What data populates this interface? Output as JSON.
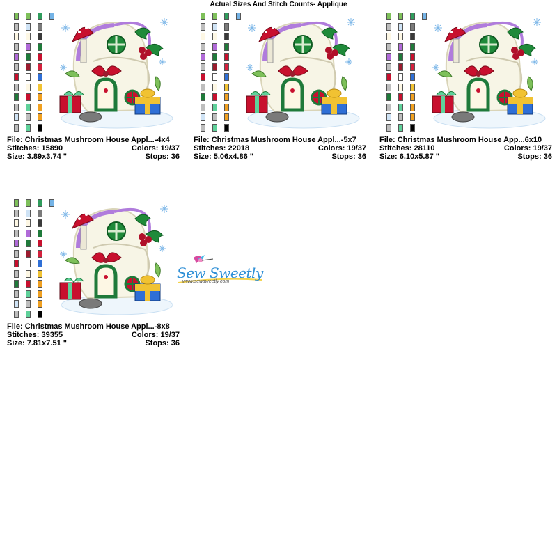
{
  "page": {
    "title": "Actual Sizes And Stitch Counts- Applique"
  },
  "palette": [
    [
      "#7ec05a",
      "#7ec05a",
      "#2f9c5c",
      "#74b3e6"
    ],
    [
      "#bdbdbd",
      "#cfe3f5",
      "#7a7a7a",
      ""
    ],
    [
      "#fdf7e4",
      "#fdf7e4",
      "#3a3a3a",
      ""
    ],
    [
      "#bdbdbd",
      "#b06ad8",
      "#1f7a3a",
      ""
    ],
    [
      "#b06ad8",
      "#1f7a3a",
      "#c8102e",
      ""
    ],
    [
      "#bdbdbd",
      "#9b1b2e",
      "#d4213d",
      ""
    ],
    [
      "#c8102e",
      "#ffffff",
      "#2f6fd6",
      ""
    ],
    [
      "#bdbdbd",
      "#fdf7e4",
      "#f1c232",
      ""
    ],
    [
      "#1f7a3a",
      "#c8102e",
      "#f0a020",
      ""
    ],
    [
      "#bdbdbd",
      "#5fd19a",
      "#f0a020",
      ""
    ],
    [
      "#cfe3f5",
      "#bdbdbd",
      "#f0a020",
      ""
    ],
    [
      "#bdbdbd",
      "#5fd19a",
      "#000000",
      ""
    ]
  ],
  "designs": [
    {
      "file_label": "File:",
      "file": "Christmas Mushroom House Appl...-4x4",
      "stitches_label": "Stitches:",
      "stitches": "15890",
      "colors_label": "Colors:",
      "colors": "19/37",
      "size_label": "Size:",
      "size": "3.89x3.74 \"",
      "stops_label": "Stops:",
      "stops": "36"
    },
    {
      "file_label": "File:",
      "file": "Christmas Mushroom House Appl...-5x7",
      "stitches_label": "Stitches:",
      "stitches": "22018",
      "colors_label": "Colors:",
      "colors": "19/37",
      "size_label": "Size:",
      "size": "5.06x4.86 \"",
      "stops_label": "Stops:",
      "stops": "36"
    },
    {
      "file_label": "File:",
      "file": "Christmas Mushroom House App...6x10",
      "stitches_label": "Stitches:",
      "stitches": "28110",
      "colors_label": "Colors:",
      "colors": "19/37",
      "size_label": "Size:",
      "size": "6.10x5.87 \"",
      "stops_label": "Stops:",
      "stops": "36"
    },
    {
      "file_label": "File:",
      "file": "Christmas Mushroom House Appl...-8x8",
      "stitches_label": "Stitches:",
      "stitches": "39355",
      "colors_label": "Colors:",
      "colors": "19/37",
      "size_label": "Size:",
      "size": "7.81x7.51 \"",
      "stops_label": "Stops:",
      "stops": "36"
    }
  ],
  "logo": {
    "brand": "Sew Sweetly",
    "url": "www.sewsweetly.com"
  }
}
